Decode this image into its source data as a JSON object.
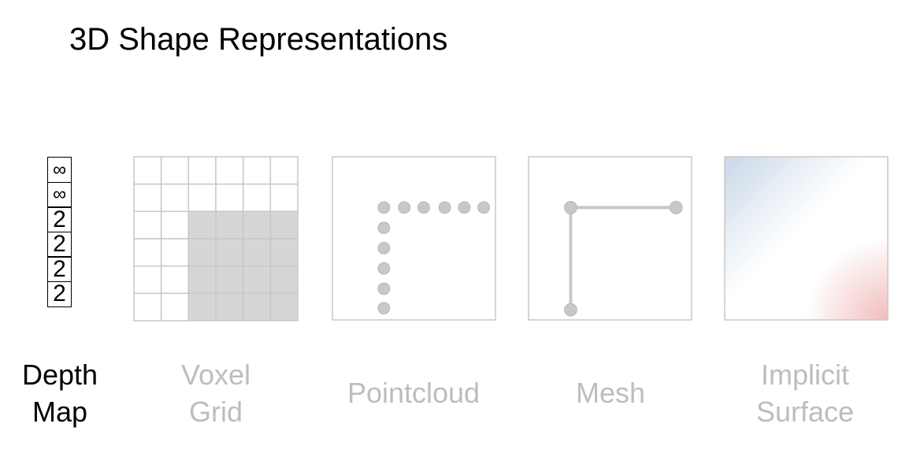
{
  "title": "3D Shape Representations",
  "depth_map": {
    "values": [
      "∞",
      "∞",
      "2",
      "2",
      "2",
      "2"
    ],
    "label_line1": "Depth",
    "label_line2": "Map"
  },
  "voxel_grid": {
    "label_line1": "Voxel",
    "label_line2": "Grid",
    "rows": 6,
    "cols": 6,
    "filled_rows": [
      2,
      3,
      4,
      5
    ],
    "filled_cols": [
      2,
      3,
      4,
      5
    ],
    "fill_color": "#d6d6d6"
  },
  "pointcloud": {
    "label": "Pointcloud",
    "point_color": "#c8c8c8"
  },
  "mesh": {
    "label": "Mesh",
    "edge_color": "#c8c8c8"
  },
  "implicit_surface": {
    "label_line1": "Implicit",
    "label_line2": "Surface",
    "negative_color": "#c8d8e8",
    "positive_color": "#f0b8b8"
  },
  "colors": {
    "muted_text": "#bdbdbd",
    "panel_border": "#c8c8c8"
  }
}
